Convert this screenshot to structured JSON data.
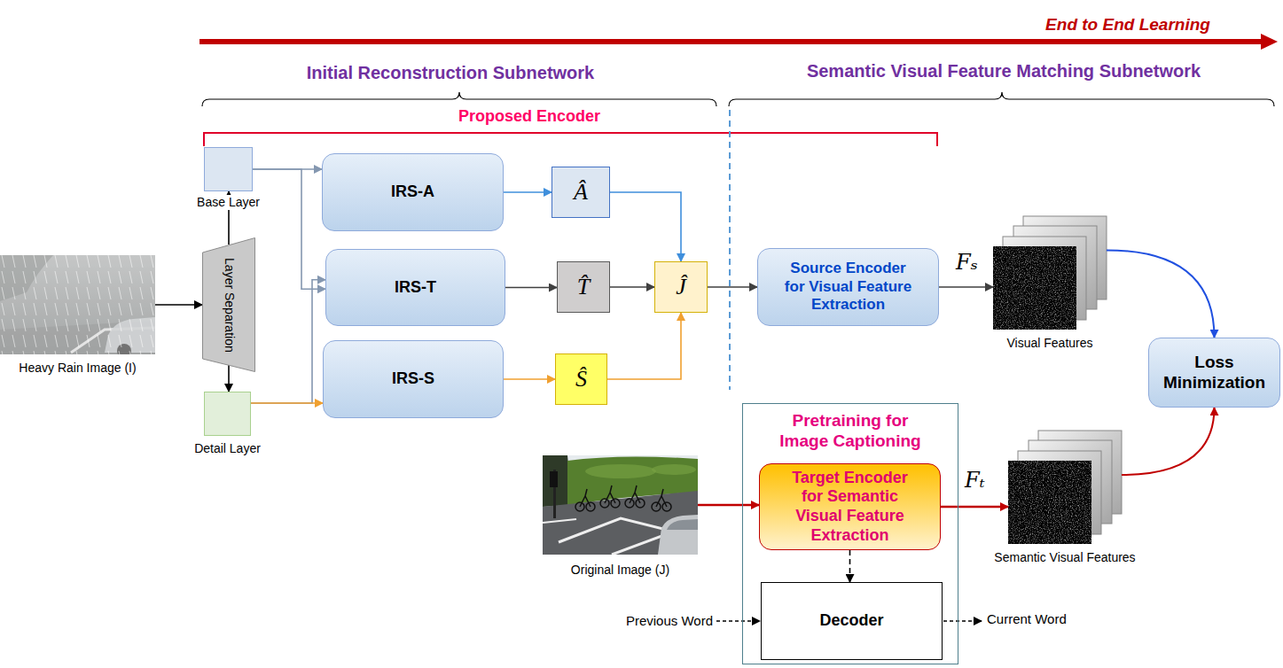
{
  "diagram": {
    "nodes": [
      {
        "text": [
          "Heavy Rain Image (I)"
        ]
      },
      {
        "text": [
          "Layer Separation"
        ]
      },
      {
        "text": [
          "Base Layer"
        ]
      },
      {
        "text": [
          "Detail Layer"
        ]
      },
      {
        "text": [
          "IRS-A"
        ]
      },
      {
        "text": [
          "IRS-T"
        ]
      },
      {
        "text": [
          "IRS-S"
        ]
      },
      {
        "text": [
          "Â"
        ]
      },
      {
        "text": [
          "T̂"
        ]
      },
      {
        "text": [
          "Ŝ"
        ]
      },
      {
        "text": [
          "Ĵ"
        ]
      },
      {
        "text": [
          "Source Encoder for Visual Feature Extraction"
        ]
      },
      {
        "text": [
          "Visual Features"
        ]
      },
      {
        "text": [
          "Loss Minimization"
        ]
      },
      {
        "text": [
          "Original Image (J)"
        ]
      },
      {
        "text": [
          "Pretraining for Image Captioning"
        ]
      },
      {
        "text": [
          "Target Encoder for Semantic Visual Feature Extraction"
        ],
        "in": 15
      },
      {
        "text": [
          "Decoder"
        ],
        "in": 15
      },
      {
        "text": [
          "Semantic Visual Features"
        ]
      }
    ],
    "edges": [
      {
        "from": 0,
        "to": 1,
        "arrow": "to"
      },
      {
        "from": 1,
        "to": 2,
        "arrow": "to"
      },
      {
        "from": 1,
        "to": 3,
        "arrow": "to"
      },
      {
        "from": 2,
        "to": 4,
        "arrow": "to"
      },
      {
        "from": 2,
        "to": 5,
        "arrow": "to"
      },
      {
        "from": 3,
        "to": 5,
        "arrow": "to"
      },
      {
        "from": 3,
        "to": 6,
        "arrow": "to"
      },
      {
        "from": 4,
        "to": 7,
        "arrow": "to"
      },
      {
        "from": 5,
        "to": 8,
        "arrow": "to"
      },
      {
        "from": 6,
        "to": 9,
        "arrow": "to"
      },
      {
        "from": 7,
        "to": 10,
        "arrow": "to"
      },
      {
        "from": 8,
        "to": 10,
        "arrow": "to"
      },
      {
        "from": 9,
        "to": 10,
        "arrow": "to"
      },
      {
        "from": 10,
        "to": 11,
        "arrow": "to"
      },
      {
        "from": 11,
        "to": 12,
        "arrow": "to"
      },
      {
        "from": 12,
        "to": 13,
        "arrow": "to"
      },
      {
        "from": 14,
        "to": 16,
        "arrow": "to"
      },
      {
        "from": 16,
        "to": 18,
        "arrow": "to"
      },
      {
        "from": 16,
        "to": 17,
        "arrow": "to"
      },
      {
        "from": 18,
        "to": 13,
        "arrow": "to"
      }
    ],
    "labels": [
      "End to End Learning",
      "Initial Reconstruction Subnetwork",
      "Semantic Visual Feature Matching Subnetwork",
      "Proposed Encoder",
      "Fₛ",
      "Fₜ",
      "Previous Word",
      "Current Word"
    ]
  }
}
